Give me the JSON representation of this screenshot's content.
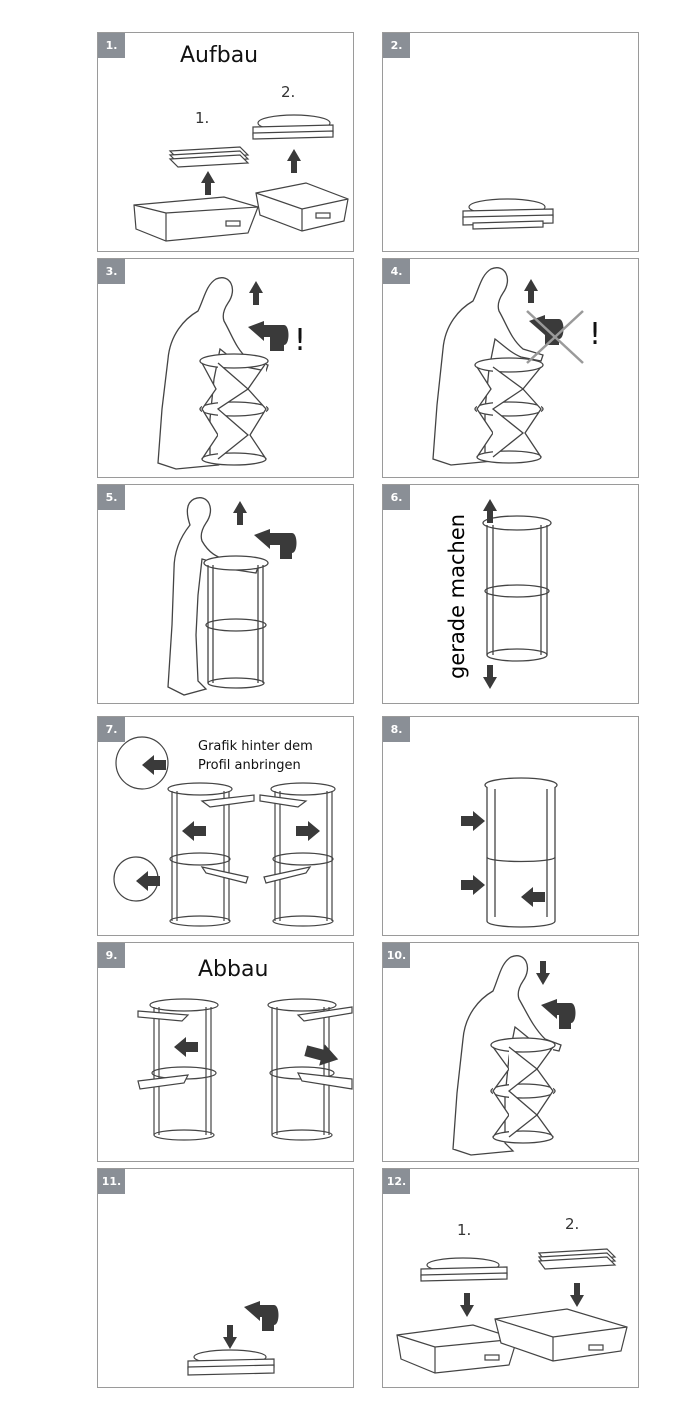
{
  "panels": [
    {
      "number": "1.",
      "title": "Aufbau",
      "sub1": "1.",
      "sub2": "2."
    },
    {
      "number": "2."
    },
    {
      "number": "3.",
      "mark": "!"
    },
    {
      "number": "4.",
      "mark": "!"
    },
    {
      "number": "5."
    },
    {
      "number": "6.",
      "label": "gerade machen"
    },
    {
      "number": "7.",
      "line1": "Grafik hinter dem",
      "line2": "Profil anbringen"
    },
    {
      "number": "8."
    },
    {
      "number": "9.",
      "title": "Abbau"
    },
    {
      "number": "10."
    },
    {
      "number": "11."
    },
    {
      "number": "12.",
      "sub1": "1.",
      "sub2": "2."
    }
  ],
  "colors": {
    "border": "#9a9a9a",
    "badge": "#8a8f96",
    "arrow": "#3a3a3a",
    "line": "#444444"
  }
}
